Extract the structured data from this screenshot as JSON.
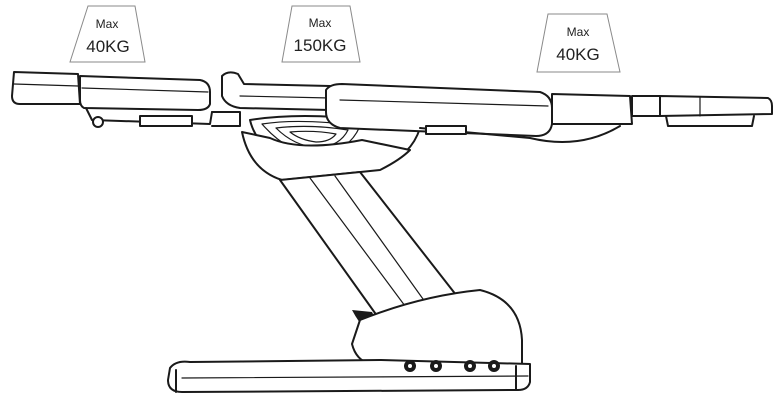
{
  "load_labels": [
    {
      "max_text": "Max",
      "weight_text": "40KG"
    },
    {
      "max_text": "Max",
      "weight_text": "150KG"
    },
    {
      "max_text": "Max",
      "weight_text": "40KG"
    }
  ],
  "colors": {
    "line": "#1a1a1a",
    "tag_border": "#8a8a8a",
    "background": "#ffffff"
  }
}
